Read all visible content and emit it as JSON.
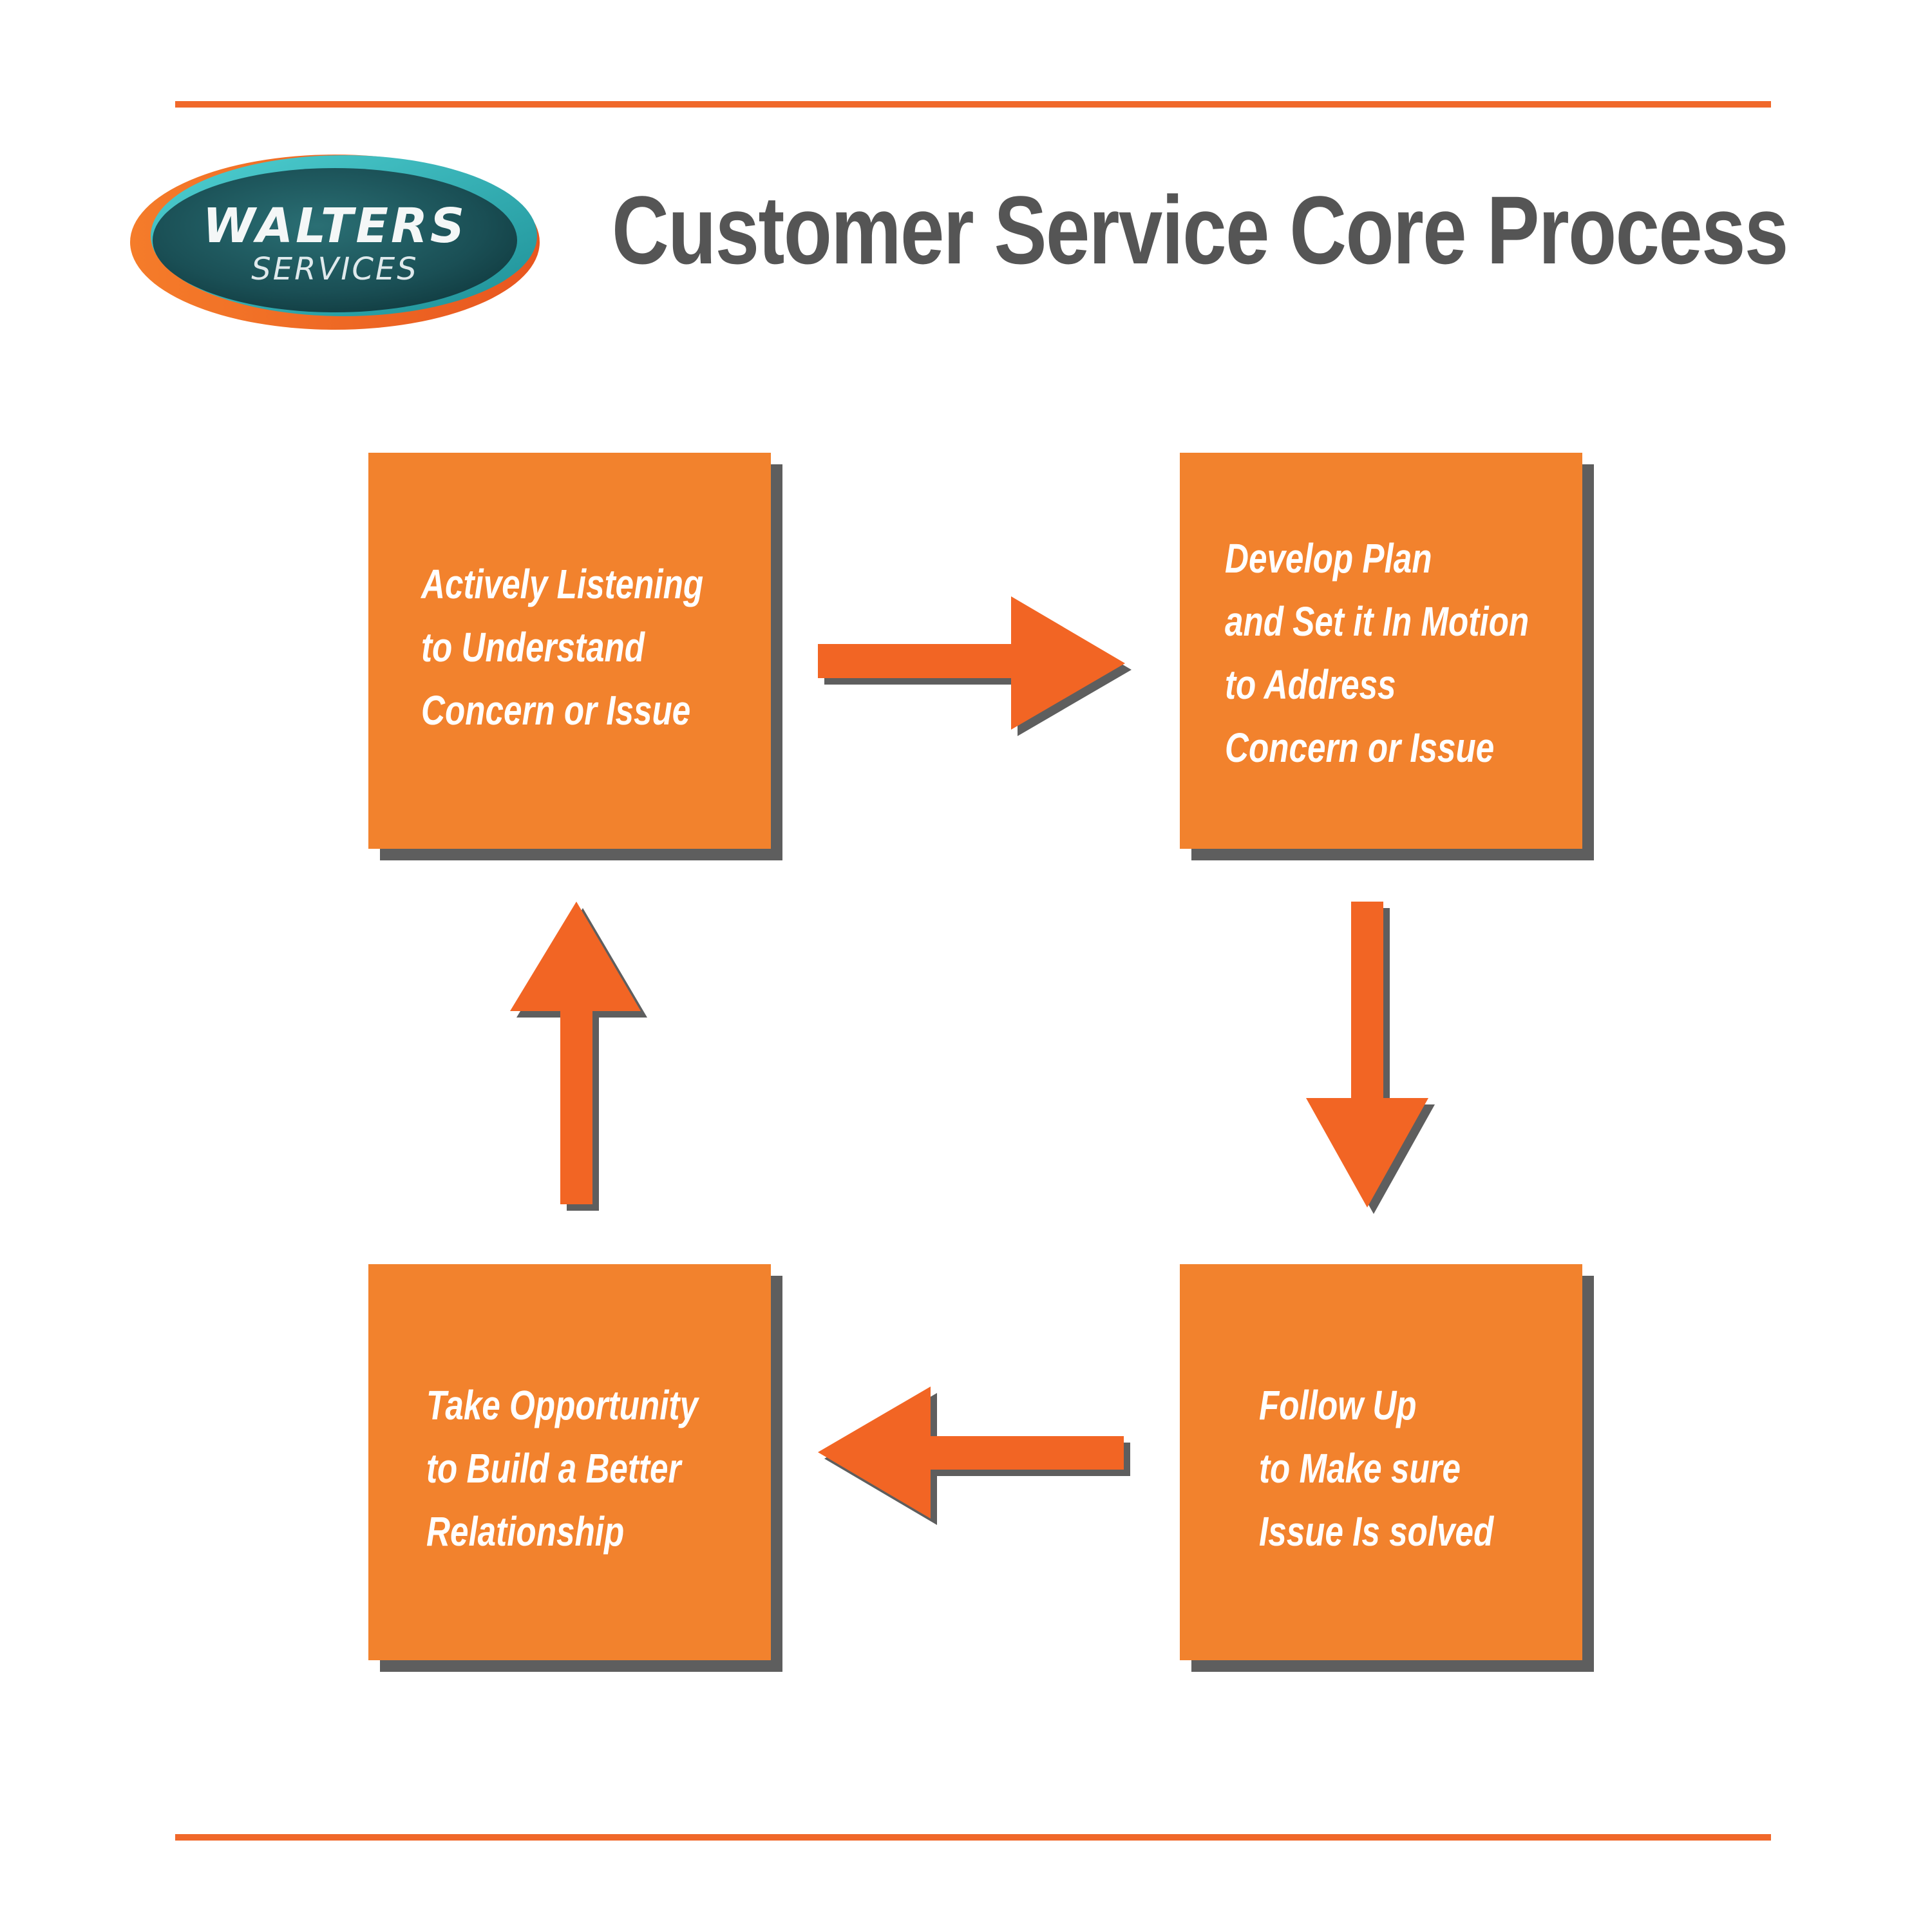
{
  "logo": {
    "line1": "WALTERS",
    "line2": "SERVICES"
  },
  "title": "Customer Service Core Process",
  "steps": [
    {
      "lines": [
        "Actively Listening",
        "to Understand",
        "Concern or Issue"
      ]
    },
    {
      "lines": [
        "Develop Plan",
        "and Set it In Motion",
        "to Address",
        "Concern or Issue"
      ]
    },
    {
      "lines": [
        "Follow Up",
        "to Make sure",
        "Issue Is solved"
      ]
    },
    {
      "lines": [
        "Take Opportunity",
        "to Build a Better",
        "Relationship"
      ]
    }
  ],
  "colors": {
    "accent": "#f0682a",
    "box": "#f2822d",
    "shadow": "#5e5e5e",
    "title": "#555555",
    "logo_teal": "#1c5b60",
    "logo_cyan": "#2bb3b8",
    "logo_orange": "#f0682a"
  }
}
